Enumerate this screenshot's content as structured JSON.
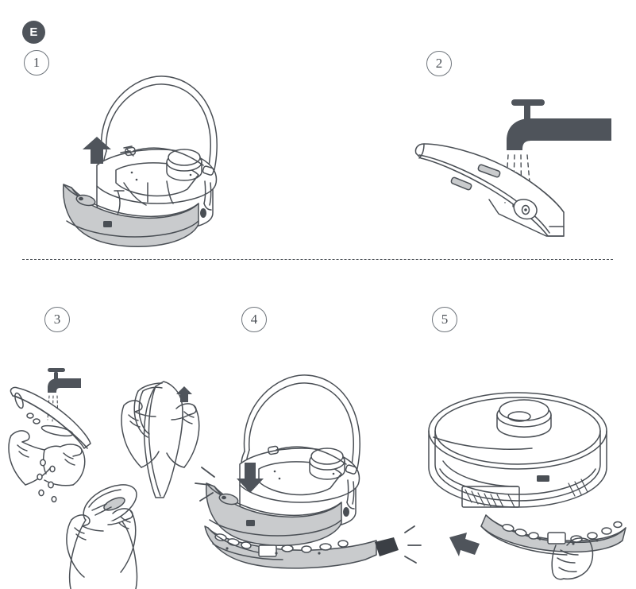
{
  "document": {
    "type": "product-manual-instruction-figure",
    "section_label": "E",
    "topic": "Cleaning and reinstalling the robot vacuum dust bin / mop plate",
    "background_color": "#ffffff",
    "line_color": "#4a4f55",
    "fill_gray": "#c9cbcd",
    "fill_light_gray": "#e4e5e7",
    "accent_dark": "#4f545b"
  },
  "steps": [
    {
      "number": "1",
      "badge": "1",
      "icon": "robot-vacuum-lid-open-icon",
      "caption": "",
      "illustration": "Robot vacuum with top lid open, dust bin being lifted out (up arrow)"
    },
    {
      "number": "2",
      "badge": "2",
      "icon": "faucet-rinse-icon",
      "caption": "",
      "illustration": "Dust bin rinsed under running tap water"
    },
    {
      "number": "3",
      "badge": "3",
      "icon": "hand-wipe-dry-icon",
      "caption": "",
      "illustration": "Rinse, shake off water, and wipe dry with a cloth"
    },
    {
      "number": "4",
      "badge": "4",
      "icon": "insert-dustbin-click-icon",
      "caption": "",
      "illustration": "Press dust bin back into the robot until it clicks"
    },
    {
      "number": "5",
      "badge": "5",
      "icon": "slide-mop-plate-icon",
      "caption": "",
      "illustration": "Slide the mop plate back under the robot"
    }
  ],
  "divider": {
    "style": "dashed",
    "visible": true
  }
}
